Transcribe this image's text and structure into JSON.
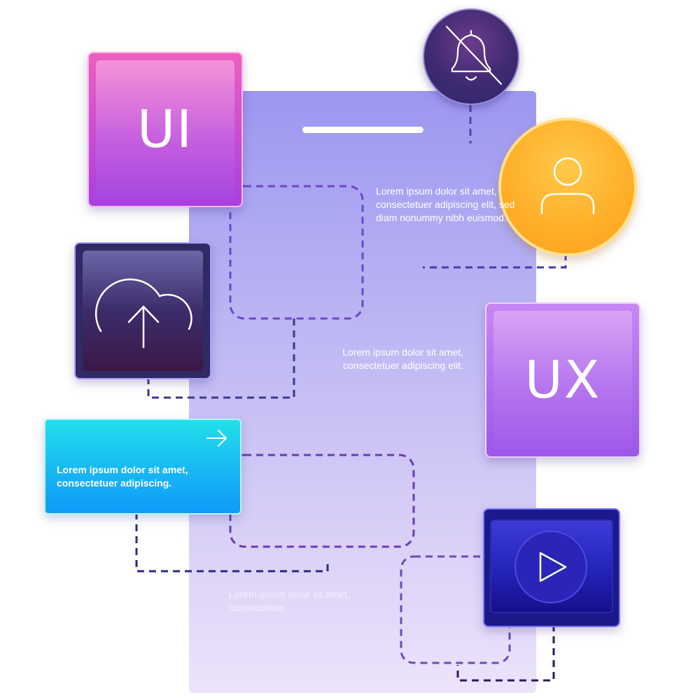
{
  "tiles": {
    "ui": {
      "label": "UI"
    },
    "ux": {
      "label": "UX"
    }
  },
  "icons": {
    "bell": "bell-off-icon",
    "user": "user-icon",
    "cloud": "cloud-upload-icon",
    "play": "play-icon",
    "arrow": "arrow-right-icon"
  },
  "cta": {
    "text": "Lorem ipsum dolor sit amet, consectetuer adipiscing."
  },
  "notes": {
    "top": "Lorem ipsum dolor sit amet, consectetuer adipiscing elit, sed diam nonummy nibh euismod.",
    "middle": "Lorem ipsum dolor sit amet, consectetuer adipiscing elit.",
    "bottom": "Lorem ipsum dolor sit amet, consectetuer."
  },
  "colors": {
    "ui_tile": "#c04fd8",
    "ux_tile": "#b06cee",
    "cta_tile": "#18b7f4",
    "user_circle": "#ffb02a",
    "bell_circle": "#3f2a70",
    "cloud_tile": "#3a1848",
    "video_tile": "#2121b5",
    "phone": "#b9b3f3"
  }
}
